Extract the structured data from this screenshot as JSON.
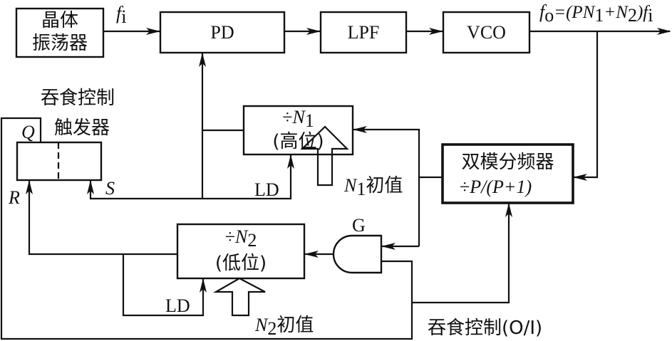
{
  "blocks": {
    "crystal_osc": {
      "line1": "晶体",
      "line2": "振荡器"
    },
    "pd": {
      "label": "PD"
    },
    "lpf": {
      "label": "LPF"
    },
    "vco": {
      "label": "VCO"
    },
    "n1_counter": {
      "div": "÷",
      "var": "N",
      "sub": "1",
      "line2": "(高位)"
    },
    "n2_counter": {
      "div": "÷",
      "var": "N",
      "sub": "2",
      "line2": "(低位)"
    },
    "dual_modulus": {
      "line1": "双模分频器",
      "div": "÷",
      "formula": "P/(P+1)"
    },
    "swallow_ff": {
      "title_line1": "吞食控制",
      "title_line2": "触发器",
      "q": "Q",
      "r": "R",
      "s": "S"
    },
    "gate": {
      "label": "G"
    }
  },
  "signals": {
    "fi_var": "f",
    "fi_sub": "i",
    "fo_var": "f",
    "fo_sub": "o",
    "fo_eq": "=(PN",
    "fo_n1sub": "1",
    "fo_plus": "+N",
    "fo_n2sub": "2",
    "fo_close": ")f",
    "fo_fisub": "i",
    "ld1": "LD",
    "ld2": "LD",
    "n1_init_var": "N",
    "n1_init_sub": "1",
    "n1_init_text": "初值",
    "n2_init_var": "N",
    "n2_init_sub": "2",
    "n2_init_text": "初值",
    "swallow_ctrl": "吞食控制(O/I)"
  }
}
